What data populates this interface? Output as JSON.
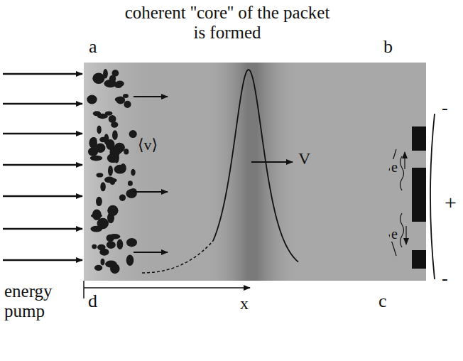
{
  "diagram": {
    "title": "coherent ''core'' of the packet is formed",
    "labels": [
      "a",
      "b",
      "c",
      "d",
      "⟨v⟩",
      "V",
      "x",
      "e",
      "e",
      "energy pump",
      "+",
      "-",
      "-"
    ]
  }
}
